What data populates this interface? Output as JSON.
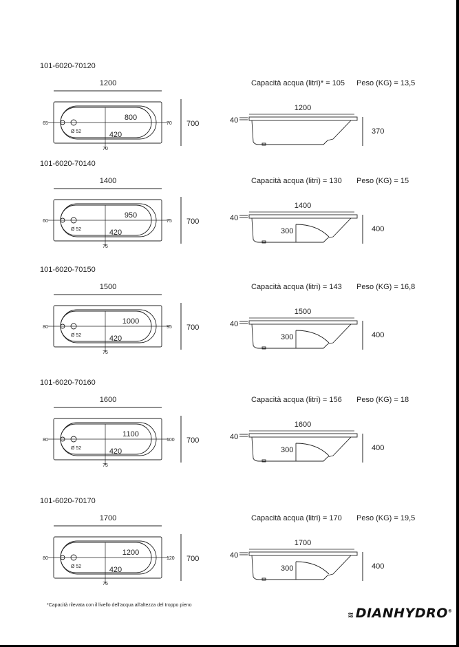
{
  "models": [
    {
      "code": "101-6020-70120",
      "length": "1200",
      "capacity": "Capacità acqua (litri)* = 105",
      "weight": "Peso (KG) = 13,5",
      "inner_length": "800",
      "inner_width": "420",
      "left_margin": "65",
      "right_margin": "70",
      "bottom_offset": "70",
      "width": "700",
      "drain": "Ø 52",
      "rim": "40",
      "height": "370",
      "seat": null
    },
    {
      "code": "101-6020-70140",
      "length": "1400",
      "capacity": "Capacità acqua (litri) = 130",
      "weight": "Peso (KG) = 15",
      "inner_length": "950",
      "inner_width": "420",
      "left_margin": "60",
      "right_margin": "75",
      "bottom_offset": "75",
      "width": "700",
      "drain": "Ø 52",
      "rim": "40",
      "height": "400",
      "seat": "300"
    },
    {
      "code": "101-6020-70150",
      "length": "1500",
      "capacity": "Capacità acqua (litri) = 143",
      "weight": "Peso (KG) = 16,8",
      "inner_length": "1000",
      "inner_width": "420",
      "left_margin": "80",
      "right_margin": "95",
      "bottom_offset": "75",
      "width": "700",
      "drain": "Ø 52",
      "rim": "40",
      "height": "400",
      "seat": "300"
    },
    {
      "code": "101-6020-70160",
      "length": "1600",
      "capacity": "Capacità acqua (litri) = 156",
      "weight": "Peso (KG) = 18",
      "inner_length": "1100",
      "inner_width": "420",
      "left_margin": "80",
      "right_margin": "100",
      "bottom_offset": "75",
      "width": "700",
      "drain": "Ø 52",
      "rim": "40",
      "height": "400",
      "seat": "300"
    },
    {
      "code": "101-6020-70170",
      "length": "1700",
      "capacity": "Capacità acqua (litri) = 170",
      "weight": "Peso (KG) = 19,5",
      "inner_length": "1200",
      "inner_width": "420",
      "left_margin": "80",
      "right_margin": "120",
      "bottom_offset": "75",
      "width": "700",
      "drain": "Ø 52",
      "rim": "40",
      "height": "400",
      "seat": "300"
    }
  ],
  "footnote": "*Capacità rilevata con il livello dell'acqua all'altezza del troppo pieno",
  "brand": "DIANHYDRO"
}
